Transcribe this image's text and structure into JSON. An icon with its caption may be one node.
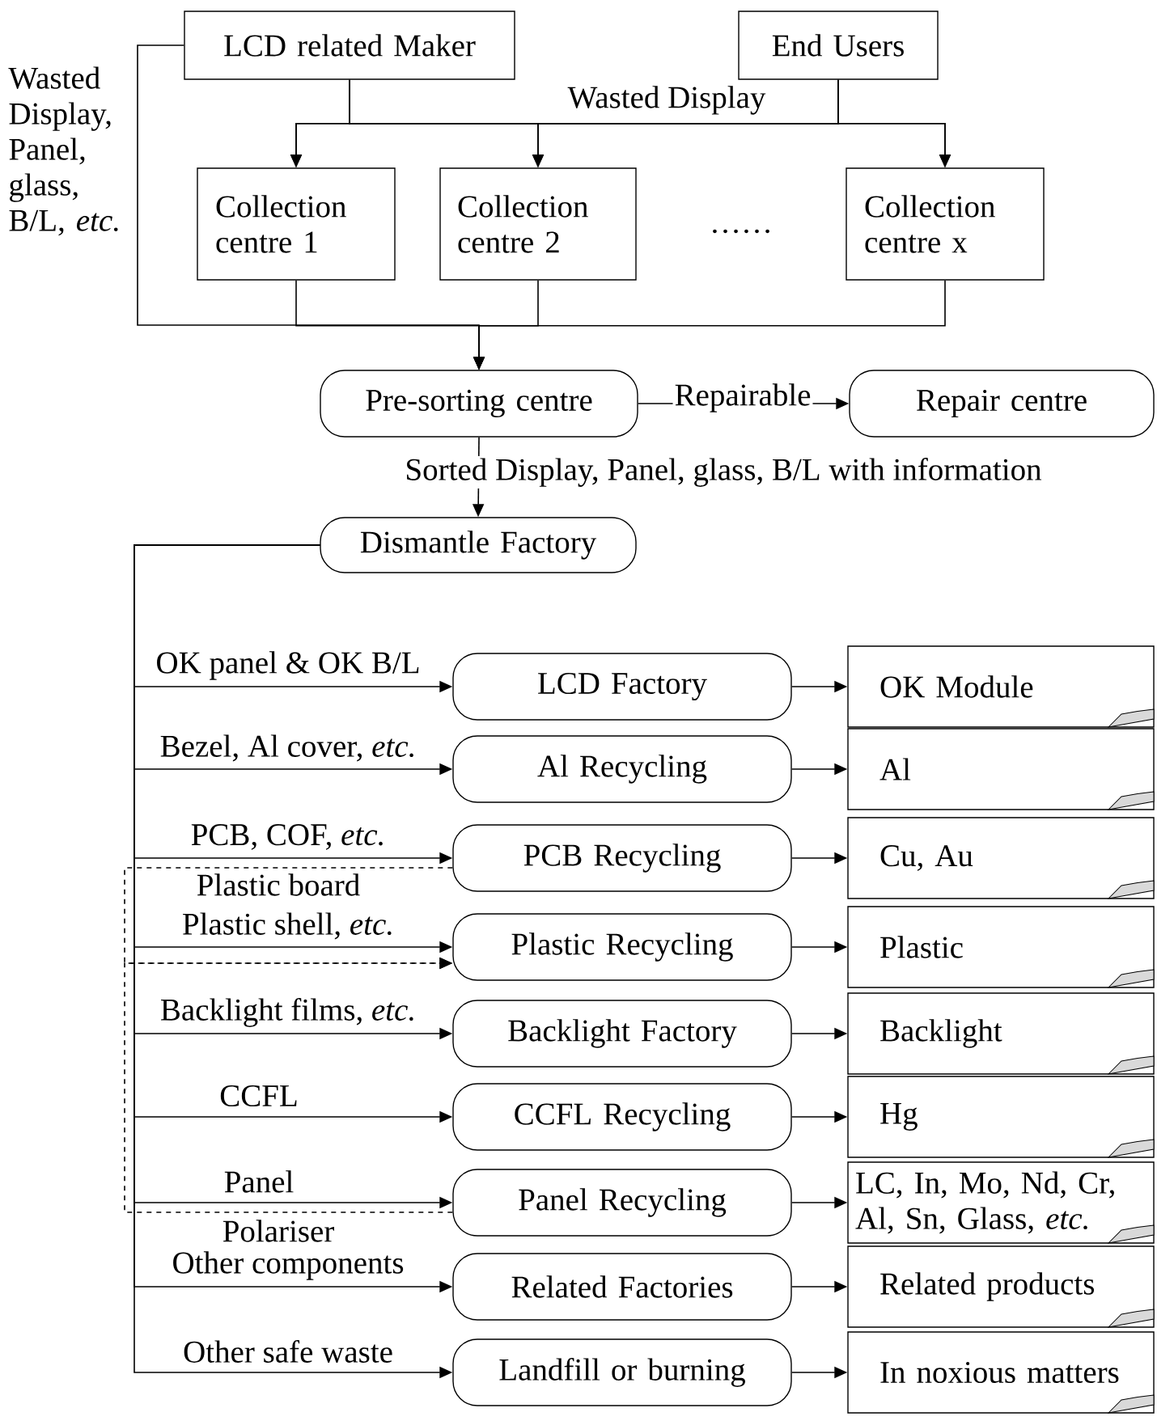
{
  "diagram": {
    "nodes": [
      {
        "text": [
          "LCD related Maker"
        ]
      },
      {
        "text": [
          "End Users"
        ]
      },
      {
        "text": [
          "Collection centre 1"
        ]
      },
      {
        "text": [
          "Collection centre 2"
        ]
      },
      {
        "text": [
          "Collection centre x"
        ]
      },
      {
        "text": [
          "Pre-sorting centre"
        ]
      },
      {
        "text": [
          "Repair centre"
        ]
      },
      {
        "text": [
          "Dismantle Factory"
        ]
      },
      {
        "text": [
          "LCD Factory"
        ]
      },
      {
        "text": [
          "Al Recycling"
        ]
      },
      {
        "text": [
          "PCB Recycling"
        ]
      },
      {
        "text": [
          "Plastic Recycling"
        ]
      },
      {
        "text": [
          "Backlight Factory"
        ]
      },
      {
        "text": [
          "CCFL Recycling"
        ]
      },
      {
        "text": [
          "Panel Recycling"
        ]
      },
      {
        "text": [
          "Related Factories"
        ]
      },
      {
        "text": [
          "Landfill or burning"
        ]
      },
      {
        "text": [
          "OK Module"
        ]
      },
      {
        "text": [
          "Al"
        ]
      },
      {
        "text": [
          "Cu, Au"
        ]
      },
      {
        "text": [
          "Plastic"
        ]
      },
      {
        "text": [
          "Backlight"
        ]
      },
      {
        "text": [
          "Hg"
        ]
      },
      {
        "text": [
          "LC, In, Mo, Nd, Cr, Al, Sn, Glass, *etc.*"
        ]
      },
      {
        "text": [
          "Related products"
        ]
      },
      {
        "text": [
          "In noxious matters"
        ]
      }
    ],
    "edges": [
      {
        "from": 0,
        "to": 2,
        "arrow": "to"
      },
      {
        "from": 0,
        "to": 3,
        "arrow": "to"
      },
      {
        "from": 0,
        "to": 4,
        "arrow": "to"
      },
      {
        "from": 1,
        "to": 2,
        "arrow": "to"
      },
      {
        "from": 1,
        "to": 3,
        "arrow": "to",
        "label": "Wasted Display"
      },
      {
        "from": 1,
        "to": 4,
        "arrow": "to"
      },
      {
        "from": 0,
        "to": 5,
        "arrow": "to",
        "label": "Wasted Display, Panel, glass, B/L, *etc.*"
      },
      {
        "from": 2,
        "to": 5,
        "arrow": "to"
      },
      {
        "from": 3,
        "to": 5,
        "arrow": "to"
      },
      {
        "from": 4,
        "to": 5,
        "arrow": "to"
      },
      {
        "from": 5,
        "to": 6,
        "arrow": "to",
        "label": "Repairable"
      },
      {
        "from": 5,
        "to": 7,
        "arrow": "to",
        "label": "Sorted Display, Panel, glass, B/L with information"
      },
      {
        "from": 7,
        "to": 8,
        "arrow": "to",
        "label": "OK panel & OK B/L"
      },
      {
        "from": 7,
        "to": 9,
        "arrow": "to",
        "label": "Bezel, Al cover, *etc.*"
      },
      {
        "from": 7,
        "to": 10,
        "arrow": "to",
        "label": "PCB, COF, *etc.*"
      },
      {
        "from": 7,
        "to": 11,
        "arrow": "to",
        "label": "Plastic shell, *etc.*"
      },
      {
        "from": 7,
        "to": 12,
        "arrow": "to",
        "label": "Backlight films, *etc.*"
      },
      {
        "from": 7,
        "to": 13,
        "arrow": "to",
        "label": "CCFL"
      },
      {
        "from": 7,
        "to": 14,
        "arrow": "to",
        "label": "Panel"
      },
      {
        "from": 7,
        "to": 15,
        "arrow": "to",
        "label": "Other components"
      },
      {
        "from": 7,
        "to": 16,
        "arrow": "to",
        "label": "Other safe waste"
      },
      {
        "from": 10,
        "to": 11,
        "arrow": "to",
        "style": "dashed",
        "label": "Plastic board"
      },
      {
        "from": 14,
        "to": 11,
        "arrow": "to",
        "style": "dashed",
        "label": "Polariser"
      },
      {
        "from": 8,
        "to": 17,
        "arrow": "to"
      },
      {
        "from": 9,
        "to": 18,
        "arrow": "to"
      },
      {
        "from": 10,
        "to": 19,
        "arrow": "to"
      },
      {
        "from": 11,
        "to": 20,
        "arrow": "to"
      },
      {
        "from": 12,
        "to": 21,
        "arrow": "to"
      },
      {
        "from": 13,
        "to": 22,
        "arrow": "to"
      },
      {
        "from": 14,
        "to": 23,
        "arrow": "to"
      },
      {
        "from": 15,
        "to": 24,
        "arrow": "to"
      },
      {
        "from": 16,
        "to": 25,
        "arrow": "to"
      }
    ],
    "labels": [
      "……"
    ]
  }
}
